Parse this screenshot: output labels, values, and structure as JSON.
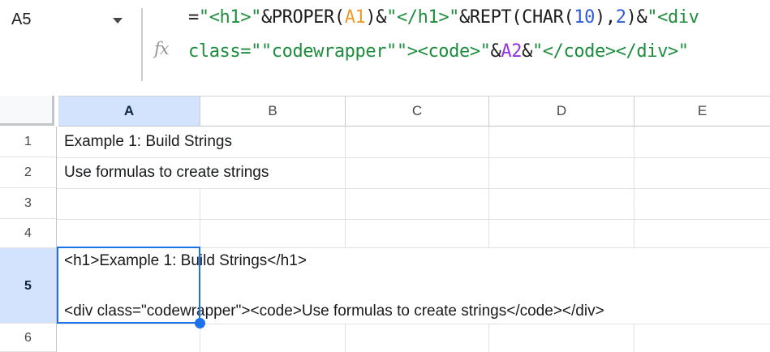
{
  "name_box": {
    "value": "A5"
  },
  "formula_bar": {
    "fx_icon": "fx",
    "lines": [
      {
        "tokens": [
          {
            "text": "=",
            "color": "default"
          },
          {
            "text": "\"<h1>\"",
            "color": "string"
          },
          {
            "text": "&PROPER(",
            "color": "default"
          },
          {
            "text": "A1",
            "color": "range1"
          },
          {
            "text": ")&",
            "color": "default"
          },
          {
            "text": "\"</h1>\"",
            "color": "string"
          },
          {
            "text": "&REPT(CHAR(",
            "color": "default"
          },
          {
            "text": "10",
            "color": "number"
          },
          {
            "text": "),",
            "color": "default"
          },
          {
            "text": "2",
            "color": "number"
          },
          {
            "text": ")&",
            "color": "default"
          },
          {
            "text": "\"<div",
            "color": "string"
          }
        ]
      },
      {
        "tokens": [
          {
            "text": "class=\"\"codewrapper\"\"><code>\"",
            "color": "string"
          },
          {
            "text": "&",
            "color": "default"
          },
          {
            "text": "A2",
            "color": "range2"
          },
          {
            "text": "&",
            "color": "default"
          },
          {
            "text": "\"</code></div>\"",
            "color": "string"
          }
        ]
      }
    ]
  },
  "syntax_colors": {
    "default": "#1b1d1f",
    "string": "#1e8e3e",
    "range1": "#ec9b29",
    "range2": "#9334e6",
    "number": "#2f5cd6"
  },
  "accent_colors": {
    "selection_blue": "#1a73e8",
    "header_highlight": "#d3e3fd"
  },
  "grid": {
    "column_headers": [
      {
        "label": "A",
        "selected": true
      },
      {
        "label": "B",
        "selected": false
      },
      {
        "label": "C",
        "selected": false
      },
      {
        "label": "D",
        "selected": false
      },
      {
        "label": "E",
        "selected": false
      }
    ],
    "row_headers": [
      {
        "label": "1",
        "selected": false
      },
      {
        "label": "2",
        "selected": false
      },
      {
        "label": "3",
        "selected": false
      },
      {
        "label": "4",
        "selected": false
      },
      {
        "label": "5",
        "selected": true
      },
      {
        "label": "6",
        "selected": false
      }
    ],
    "cells": [
      {
        "ref": "A1",
        "text": "Example 1: Build Strings"
      },
      {
        "ref": "A2",
        "text": "Use formulas to create strings"
      },
      {
        "ref": "A5",
        "lines": [
          "<h1>Example 1: Build Strings</h1>",
          "",
          "<div class=\"codewrapper\"><code>Use formulas to create strings</code></div>"
        ]
      }
    ],
    "selection": {
      "ref": "A5"
    }
  }
}
